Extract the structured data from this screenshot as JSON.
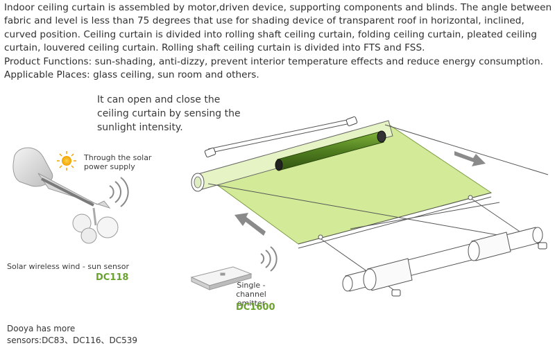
{
  "intro": {
    "paragraph": "Indoor ceiling curtain is assembled by motor,driven device, supporting components and blinds. The angle between fabric and level is less than 75 degrees that use for shading device of transparent roof in horizontal, inclined, curved position. Ceiling curtain is divided into rolling shaft ceiling curtain, folding ceiling curtain, pleated ceiling curtain, louvered ceiling curtain. Rolling shaft ceiling curtain is divided into FTS and FSS.",
    "functions": "Product Functions: sun-shading, anti-dizzy, prevent interior temperature effects and reduce energy consumption.",
    "places": "Applicable Places: glass ceiling, sun room and others."
  },
  "caption": "It can open and close the ceiling curtain by sensing the sunlight intensity.",
  "solar": {
    "label": "Through the solar power supply"
  },
  "sensor": {
    "label": "Solar wireless wind - sun sensor",
    "model": "DC118"
  },
  "emitter": {
    "label": "Single - channel emitter",
    "model": "DC1600"
  },
  "footer": {
    "line1": "Dooya has more",
    "line2": "sensors:DC83、DC116、DC539"
  },
  "colors": {
    "accent": "#6aa22e",
    "fabric": "#d3eb98",
    "tube": "#4f7d1f",
    "arrow": "#8a8a8a"
  }
}
